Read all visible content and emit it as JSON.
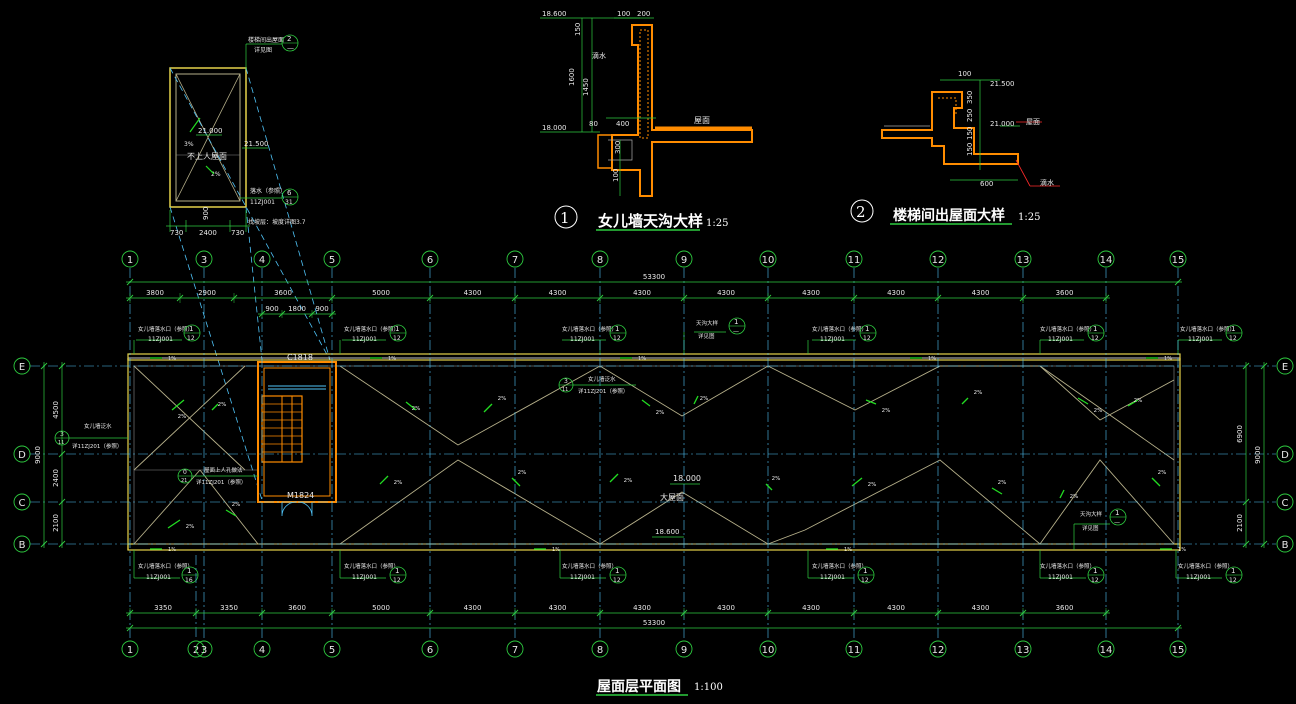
{
  "colors": {
    "background": "#000000",
    "axis_line": "#4fc3f7",
    "dim_line": "#2ecc40",
    "text": "#e8e8e8",
    "wall": "#ff8c00",
    "parapet": "#e6d34a",
    "ridge": "#b6b08a",
    "arrow": "#22dd22",
    "leader": "#ff2a2a"
  },
  "titles": {
    "main_title": "屋面层平面图",
    "main_scale": "1:100",
    "detail1_num": "1",
    "detail1_title": "女儿墙天沟大样",
    "detail1_scale": "1:25",
    "detail2_num": "2",
    "detail2_title": "楼梯间出屋面大样",
    "detail2_scale": "1:25"
  },
  "grid_axes": {
    "columns": [
      "1",
      "2",
      "3",
      "4",
      "5",
      "6",
      "7",
      "8",
      "9",
      "10",
      "11",
      "12",
      "13",
      "14",
      "15"
    ],
    "rows": [
      "E",
      "D",
      "C",
      "B"
    ]
  },
  "dimensions": {
    "top_total": "53300",
    "top_spans": [
      "3800",
      "2900",
      "3600",
      "5000",
      "4300",
      "4300",
      "4300",
      "4300",
      "4300",
      "4300",
      "4300",
      "3600"
    ],
    "top_stair": [
      "900",
      "1800",
      "900"
    ],
    "bottom_total": "53300",
    "bottom_spans": [
      "3350",
      "3350",
      "3600",
      "5000",
      "4300",
      "4300",
      "4300",
      "4300",
      "4300",
      "4300",
      "4300",
      "3600"
    ],
    "left_spans": [
      "4500",
      "2400",
      "2100"
    ],
    "left_total": "9000",
    "right_spans": [
      "6900",
      "2100"
    ],
    "right_total": "9000"
  },
  "plan_labels": {
    "window": "C1818",
    "door": "M1824",
    "elev_roof": "18.000",
    "roof_name": "大屋面",
    "elev_gutter": "18.600",
    "slope_2pct": "2%",
    "slope_1pct": "1%"
  },
  "callouts": {
    "ref_12J": "12",
    "std_11ZJ001": "11ZJ001",
    "parapet_drain_top": "女儿墙落水口（参照）",
    "downpipe_bottom": "女儿墙落水口（参照）",
    "detail_ref_1": "1",
    "detail_ref_dash": "—",
    "detail_ref_3": "3",
    "detail_ref_11": "11",
    "parapet_flash": "女儿墙泛水",
    "parapet_flash_std": "详11ZJ201（参照）",
    "roof_hatch": "屋面上人孔做法",
    "roof_hatch_std": "详11ZJ201（参照）",
    "gutter_detail": "天沟大样",
    "gutter_detail_sub": "详见图",
    "roof_note_0": "0",
    "roof_note_21": "21"
  },
  "inset_plan": {
    "elev_top": "21.000",
    "elev_side": "21.500",
    "label_roof": "不上人屋面",
    "slope": "2%",
    "slope_small": "3%",
    "dim_bottom": [
      "730",
      "2400",
      "730"
    ],
    "dim_side": "900",
    "ref_note": "楼梯间出屋面",
    "ref_note_sub": "详见图",
    "ref_circle_num": "2",
    "drain_note": "落水（参照）",
    "drain_std": "11ZJ001",
    "drain_circle_num": "6",
    "drain_circle_sub": "31",
    "slope_note": "找坡层：坡度详图3.7"
  },
  "detail1": {
    "elev_top": "18.600",
    "elev_bottom": "18.000",
    "dim_100": "100",
    "dim_200": "200",
    "dim_150": "150",
    "dim_1600": "1600",
    "dim_1450": "1450",
    "dim_80": "80",
    "dim_400": "400",
    "dim_300": "300",
    "dim_100b": "100",
    "label_drip": "滴水",
    "label_roof": "屋面"
  },
  "detail2": {
    "dim_100": "100",
    "elev_top": "21.500",
    "elev_mid": "21.000",
    "dim_350": "350",
    "dim_250": "250",
    "dim_150": "150",
    "dim_60": "150",
    "dim_600": "600",
    "label_roof": "屋面",
    "label_drip": "滴水"
  }
}
